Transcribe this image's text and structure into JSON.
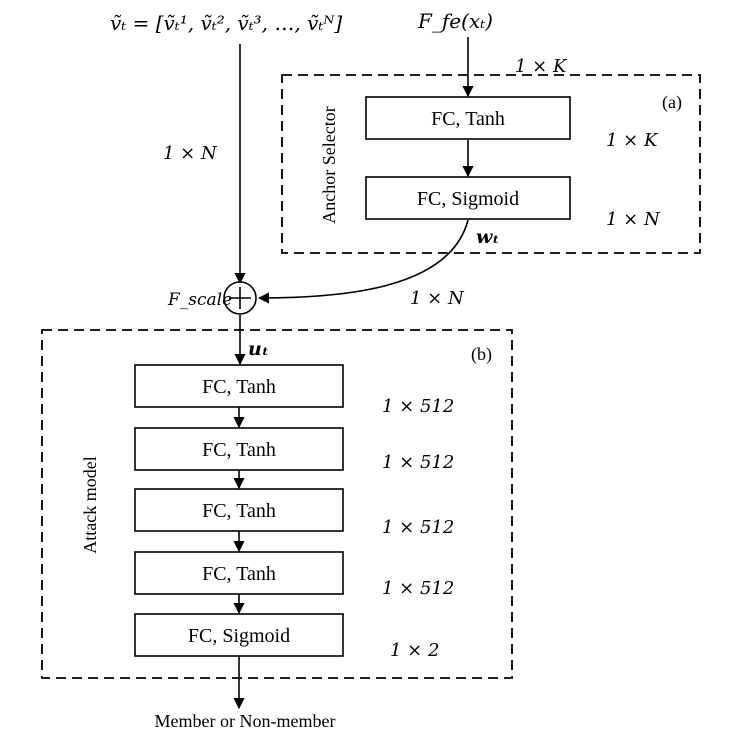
{
  "inputs": {
    "v_vector": "ṽₜ = [ṽₜ¹, ṽₜ², ṽₜ³, …, ṽₜᴺ]",
    "feature": "F_fe(xₜ)"
  },
  "panel_a": {
    "tag": "(a)",
    "title": "Anchor Selector",
    "input_dim": "1 × K",
    "layers": [
      {
        "label": "FC, Tanh",
        "dim": "1 × K"
      },
      {
        "label": "FC, Sigmoid",
        "dim": "1 × N"
      }
    ],
    "output": "wₜ"
  },
  "scale": {
    "label": "F_scale",
    "v_dim": "1 × N",
    "w_dim": "1 × N",
    "output": "uₜ"
  },
  "panel_b": {
    "tag": "(b)",
    "title": "Attack model",
    "layers": [
      {
        "label": "FC, Tanh",
        "dim": "1 × 512"
      },
      {
        "label": "FC, Tanh",
        "dim": "1 × 512"
      },
      {
        "label": "FC, Tanh",
        "dim": "1 × 512"
      },
      {
        "label": "FC, Tanh",
        "dim": "1 × 512"
      },
      {
        "label": "FC, Sigmoid",
        "dim": "1 × 2"
      }
    ]
  },
  "output_label": "Member or Non-member"
}
